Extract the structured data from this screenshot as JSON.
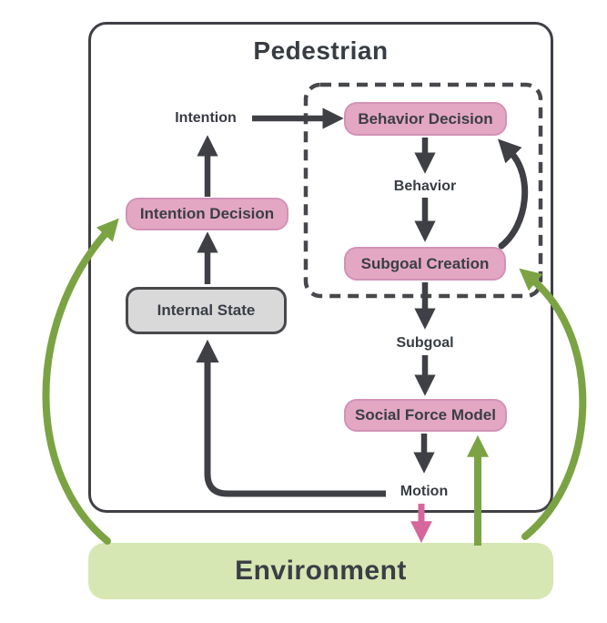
{
  "diagram": {
    "title": "Pedestrian",
    "nodes": {
      "intention_decision": "Intention Decision",
      "internal_state": "Internal State",
      "behavior_decision": "Behavior Decision",
      "subgoal_creation": "Subgoal Creation",
      "social_force_model": "Social Force Model",
      "environment": "Environment"
    },
    "flow_labels": {
      "intention": "Intention",
      "behavior": "Behavior",
      "subgoal": "Subgoal",
      "motion": "Motion"
    },
    "edges": [
      {
        "from": "intention_decision",
        "to": "intention",
        "color": "dark"
      },
      {
        "from": "intention",
        "to": "behavior_decision",
        "color": "dark"
      },
      {
        "from": "internal_state",
        "to": "intention_decision",
        "color": "dark"
      },
      {
        "from": "behavior_decision",
        "to": "behavior",
        "color": "dark"
      },
      {
        "from": "behavior",
        "to": "subgoal_creation",
        "color": "dark"
      },
      {
        "from": "subgoal_creation",
        "to": "behavior_decision",
        "color": "dark",
        "style": "curved-feedback"
      },
      {
        "from": "subgoal_creation",
        "to": "subgoal",
        "color": "dark"
      },
      {
        "from": "subgoal",
        "to": "social_force_model",
        "color": "dark"
      },
      {
        "from": "social_force_model",
        "to": "motion",
        "color": "dark"
      },
      {
        "from": "motion",
        "to": "internal_state",
        "color": "dark",
        "style": "elbow"
      },
      {
        "from": "motion",
        "to": "environment",
        "color": "pink"
      },
      {
        "from": "environment",
        "to": "social_force_model",
        "color": "green"
      },
      {
        "from": "environment",
        "to": "intention_decision",
        "color": "green",
        "style": "curved-left"
      },
      {
        "from": "environment",
        "to": "subgoal_creation",
        "color": "green",
        "style": "curved-right"
      }
    ],
    "colors": {
      "dark_arrow": "#3f4045",
      "pink_box_fill": "#e3a7c4",
      "pink_box_border": "#d392b6",
      "gray_box_fill": "#d9d9d9",
      "gray_box_border": "#47484c",
      "green_arrow": "#7ba344",
      "environment_fill": "#d6e7b3",
      "pink_arrow": "#d5679d",
      "text": "#383c43"
    }
  }
}
